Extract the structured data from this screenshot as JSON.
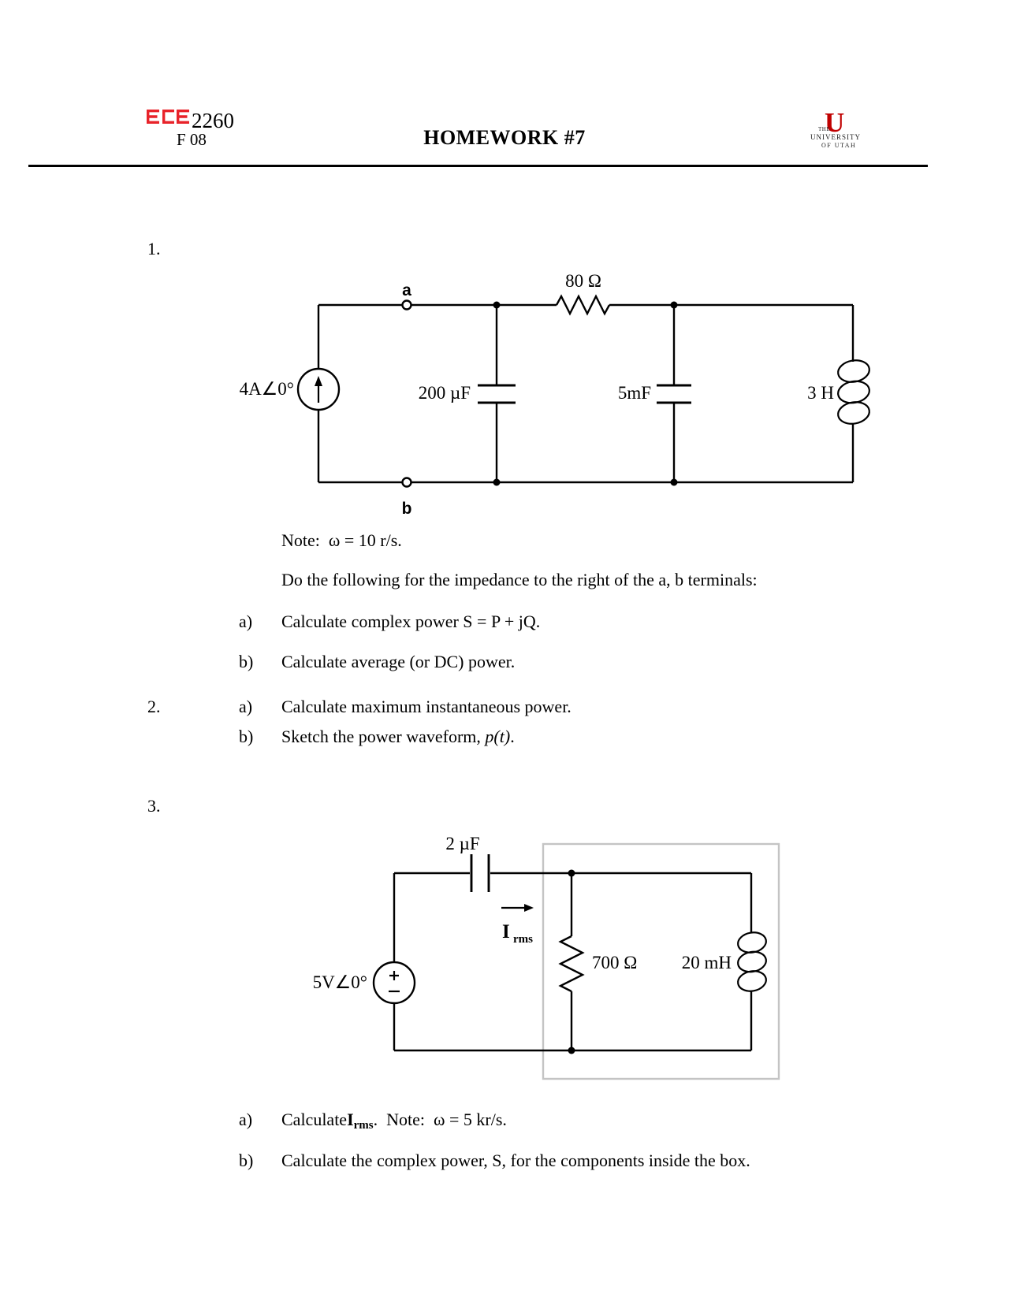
{
  "header": {
    "logo_text": "ECE",
    "course": "2260",
    "term": "F 08",
    "title": "HOMEWORK #7",
    "ulogo": {
      "u": "U",
      "the": "THE",
      "university": "UNIVERSITY",
      "of_utah": "OF UTAH"
    }
  },
  "colors": {
    "ece_red": "#e8232a",
    "utah_red": "#c00000",
    "box_gray": "#c4c4c4"
  },
  "p1": {
    "num": "1.",
    "note": "Note:  ω = 10 r/s.",
    "intro": "Do the following for the impedance to the right of the a, b terminals:",
    "a_label": "a)",
    "a_text": "Calculate complex power S = P + jQ.",
    "b_label": "b)",
    "b_text": "Calculate average (or DC) power.",
    "circuit": {
      "source": "4A∠0°",
      "term_a": "a",
      "term_b": "b",
      "cap1": "200 µF",
      "res": "80 Ω",
      "cap2": "5mF",
      "ind": "3 H"
    }
  },
  "p2": {
    "num": "2.",
    "a_label": "a)",
    "a_text": "Calculate maximum instantaneous power.",
    "b_label": "b)",
    "b_pre": "Sketch the power waveform, ",
    "b_math": "p(t)",
    "b_end": "."
  },
  "p3": {
    "num": "3.",
    "a_label": "a)",
    "a_pre": "Calculate",
    "a_I": "I",
    "a_sub": "rms",
    "a_rest": ".  Note:  ω = 5 kr/s.",
    "b_label": "b)",
    "b_text": "Calculate the complex power, S, for the components inside the box.",
    "circuit": {
      "source": "5V∠0°",
      "cap": "2 µF",
      "irms_I": "I",
      "irms_sub": "rms",
      "res": "700 Ω",
      "ind": "20 mH"
    }
  }
}
